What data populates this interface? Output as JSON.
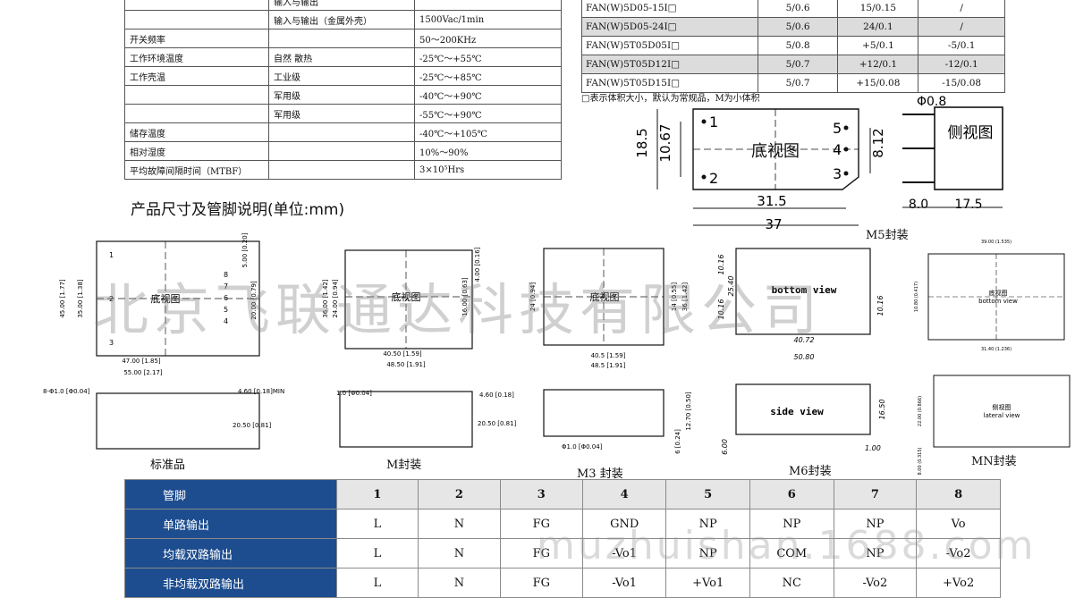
{
  "spec_table": {
    "rows": [
      {
        "c1": "",
        "c2": "输入与输出",
        "c3": ""
      },
      {
        "c1": "",
        "c2": "输入与输出（金属外壳）",
        "c3": "1500Vac/1min"
      },
      {
        "c1": "开关频率",
        "c2": "",
        "c3": "50～200KHz"
      },
      {
        "c1": "工作环境温度",
        "c2": "自然 散热",
        "c3": "-25℃～+55℃"
      },
      {
        "c1": "工作壳温",
        "c2": "工业级",
        "c3": "-25℃～+85℃"
      },
      {
        "c1": "",
        "c2": "军用级",
        "c3": "-40℃～+90℃"
      },
      {
        "c1": "",
        "c2": "军用级",
        "c3": "-55℃～+90℃"
      },
      {
        "c1": "储存温度",
        "c2": "",
        "c3": "-40℃～+105℃"
      },
      {
        "c1": "相对湿度",
        "c2": "",
        "c3": "10%～90%"
      },
      {
        "c1": "平均故障间隔时间（MTBF）",
        "c2": "",
        "c3": "3×10⁵Hrs"
      }
    ]
  },
  "model_table": {
    "rows": [
      {
        "model": "FAN(W)5D05-15I□",
        "vin": "5/0.6",
        "out1": "15/0.15",
        "out2": "/"
      },
      {
        "model": "FAN(W)5D05-24I□",
        "vin": "5/0.6",
        "out1": "24/0.1",
        "out2": "/"
      },
      {
        "model": "FAN(W)5T05D05I□",
        "vin": "5/0.8",
        "out1": "+5/0.1",
        "out2": "-5/0.1"
      },
      {
        "model": "FAN(W)5T05D12I□",
        "vin": "5/0.7",
        "out1": "+12/0.1",
        "out2": "-12/0.1"
      },
      {
        "model": "FAN(W)5T05D15I□",
        "vin": "5/0.7",
        "out1": "+15/0.08",
        "out2": "-15/0.08"
      }
    ],
    "note": "□表示体积大小，默认为常规品，M为小体积"
  },
  "section_title": "产品尺寸及管脚说明(单位:mm)",
  "m5": {
    "bottom_label": "底视图",
    "side_label": "侧视图",
    "pin_dia": "Φ0.8",
    "dims": {
      "w": "31.5",
      "l": "37",
      "h": "18.5",
      "h2": "10.67",
      "p": "8.12",
      "s1": "8.0",
      "s2": "17.5"
    },
    "pins": [
      "1",
      "2",
      "3",
      "4",
      "5"
    ],
    "caption": "M5封装"
  },
  "std": {
    "label": "底视图",
    "dims": {
      "a": "45.00 [1.77]",
      "b": "35.00 [1.38]",
      "c": "5.00 [0.20]",
      "d": "20.00 [0.79]",
      "e": "47.00 [1.85]",
      "f": "55.00 [2.17]",
      "g": "8-Φ1.0 [Φ0.04]",
      "h": "4.60 [0.18]MIN",
      "i": "20.50 [0.81]"
    },
    "pins": [
      "1",
      "2",
      "3",
      "4",
      "5",
      "6",
      "7",
      "8"
    ],
    "caption": "标准品"
  },
  "m": {
    "label": "底视图",
    "dims": {
      "a": "36.00 [1.42]",
      "b": "24.00 [0.94]",
      "c": "4.00 [0.16]",
      "d": "16.00 [0.63]",
      "e": "40.50 [1.59]",
      "f": "48.50 [1.91]",
      "g": "1.0 [Φ0.04]",
      "h": "4.60 [0.18]",
      "i": "20.50 [0.81]"
    },
    "caption": "M封装"
  },
  "m3": {
    "label": "底视图",
    "dims": {
      "a": "24 [0.94]",
      "b": "36 [1.42]",
      "c": "14 [0.55]",
      "e": "40.5 [1.59]",
      "f": "48.5 [1.91]",
      "g": "Φ1.0 [Φ0.04]",
      "h": "12.70 [0.50]",
      "i": "6 [0.24]"
    },
    "caption": "M3 封装"
  },
  "m6": {
    "bottom_label": "bottom view",
    "side_label": "side view",
    "dims": {
      "a": "25.40",
      "b": "10.16",
      "c": "10.16",
      "d": "10.16",
      "e": "40.72",
      "f": "50.80",
      "g": "16.50",
      "h": "1.00",
      "i": "6.00"
    },
    "caption": "M6封装"
  },
  "mn": {
    "bottom_label": "底视图",
    "bottom_sub": "bottom view",
    "side_label": "侧视图",
    "side_sub": "lateral view",
    "dims": {
      "a": "39.00 (1.535)",
      "b": "10.80 (0.417)",
      "c": "31.40 (1.236)",
      "d": "22.00 (0.866)",
      "e": "8.00 (0.315)"
    },
    "caption": "MN封装"
  },
  "pin_table": {
    "header": "管脚",
    "cols": [
      "1",
      "2",
      "3",
      "4",
      "5",
      "6",
      "7",
      "8"
    ],
    "rows": [
      {
        "label": "单路输出",
        "vals": [
          "L",
          "N",
          "FG",
          "GND",
          "NP",
          "NP",
          "NP",
          "Vo"
        ]
      },
      {
        "label": "均载双路输出",
        "vals": [
          "L",
          "N",
          "FG",
          "-Vo1",
          "NP",
          "COM",
          "NP",
          "-Vo2"
        ]
      },
      {
        "label": "非均载双路输出",
        "vals": [
          "L",
          "N",
          "FG",
          "-Vo1",
          "+Vo1",
          "NC",
          "-Vo2",
          "+Vo2"
        ]
      }
    ]
  },
  "watermark": {
    "text": "北京飞联通达科技有限公司",
    "url": "muzhuishan.1688.com"
  }
}
